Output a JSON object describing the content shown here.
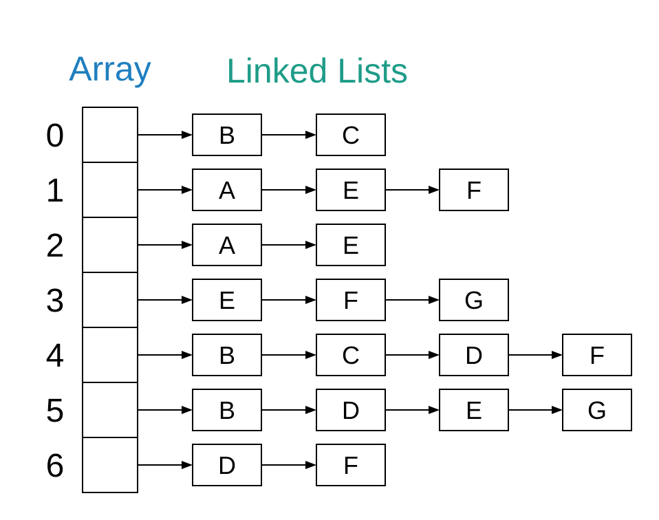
{
  "titles": {
    "array": "Array",
    "linked_lists": "Linked Lists"
  },
  "colors": {
    "array_title": "#1f7fbf",
    "linked_lists_title": "#1e9c88",
    "stroke": "#000000"
  },
  "rows": [
    {
      "index": "0",
      "nodes": [
        "B",
        "C"
      ]
    },
    {
      "index": "1",
      "nodes": [
        "A",
        "E",
        "F"
      ]
    },
    {
      "index": "2",
      "nodes": [
        "A",
        "E"
      ]
    },
    {
      "index": "3",
      "nodes": [
        "E",
        "F",
        "G"
      ]
    },
    {
      "index": "4",
      "nodes": [
        "B",
        "C",
        "D",
        "F"
      ]
    },
    {
      "index": "5",
      "nodes": [
        "B",
        "D",
        "E",
        "G"
      ]
    },
    {
      "index": "6",
      "nodes": [
        "D",
        "F"
      ]
    }
  ]
}
